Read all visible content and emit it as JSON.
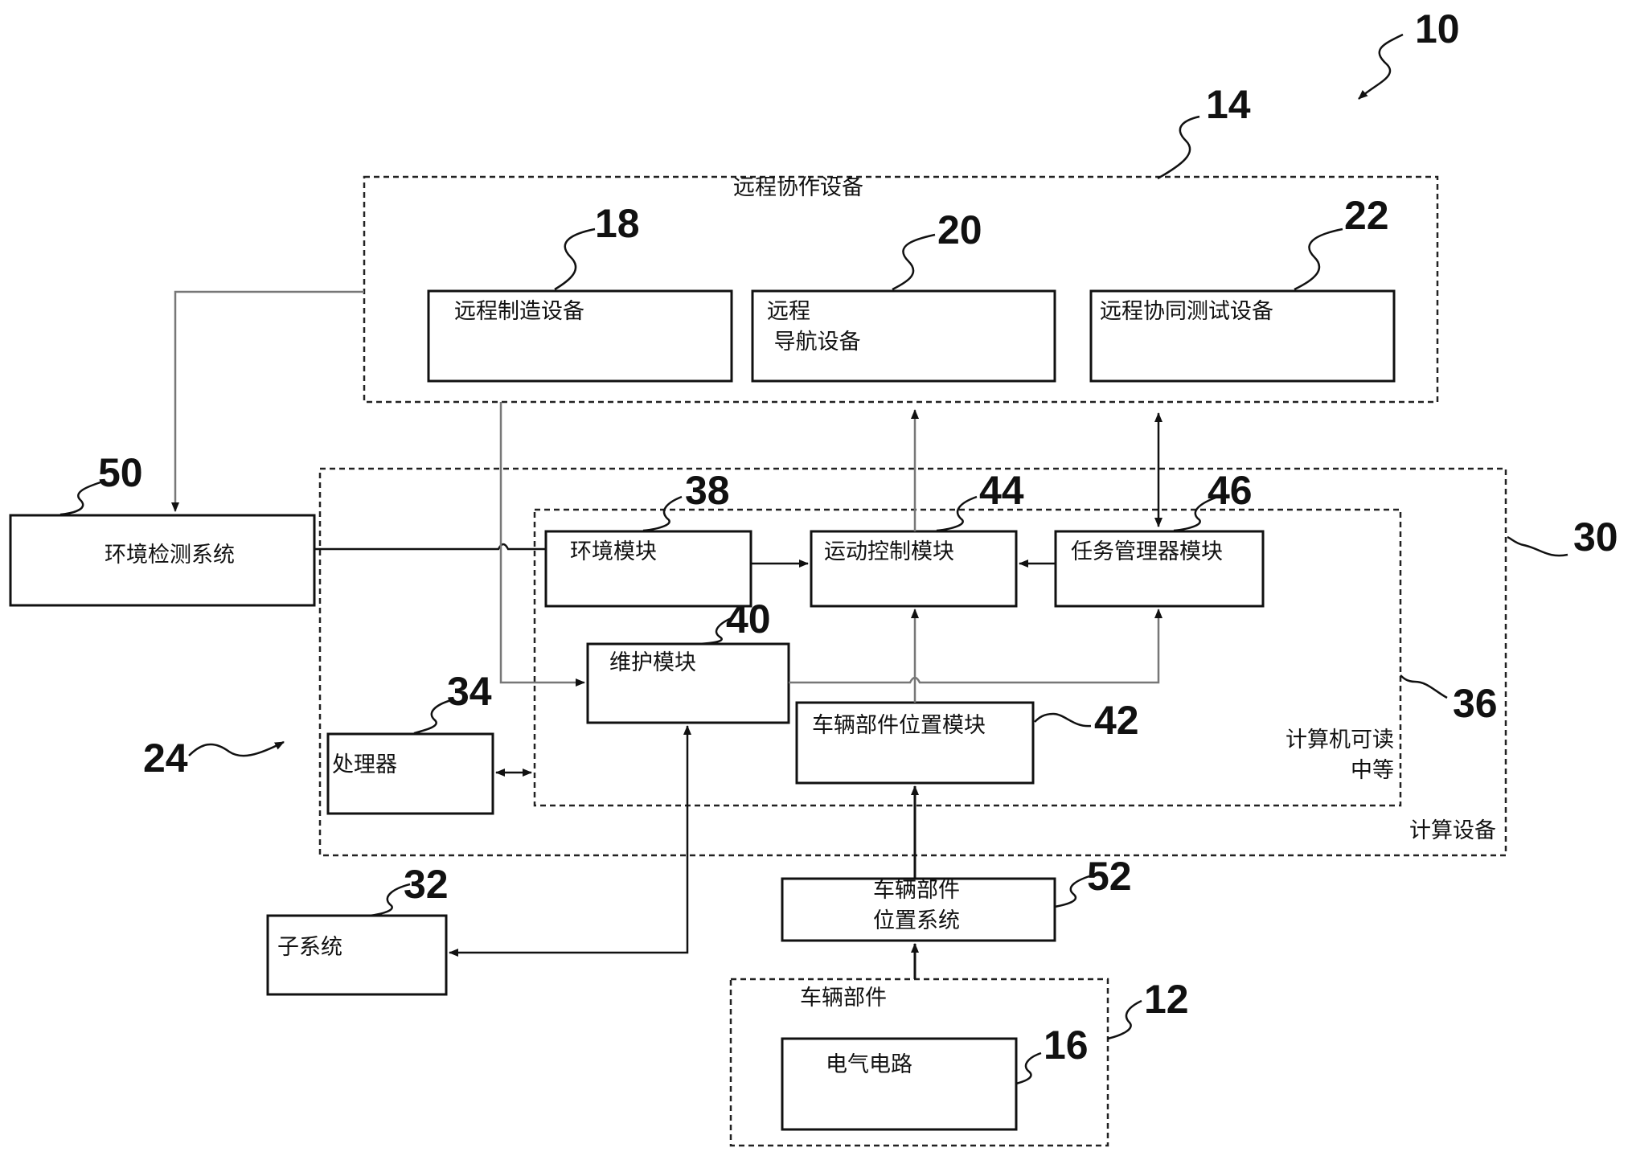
{
  "refs": {
    "r10": "10",
    "r14": "14",
    "r18": "18",
    "r20": "20",
    "r22": "22",
    "r50": "50",
    "r38": "38",
    "r44": "44",
    "r46": "46",
    "r30": "30",
    "r40": "40",
    "r34": "34",
    "r36": "36",
    "r42": "42",
    "r24": "24",
    "r32": "32",
    "r52": "52",
    "r12": "12",
    "r16": "16"
  },
  "labels": {
    "remote_collab": "远程协作设备",
    "remote_mfg": "远程制造设备",
    "remote_nav": "远程\n 导航设备",
    "remote_test": "远程协同测试设备",
    "env_detect": "环境检测系统",
    "env_module": "环境模块",
    "motion_ctrl": "运动控制模块",
    "task_mgr": "任务管理器模块",
    "maintenance": "维护模块",
    "part_pos_module": "车辆部件位置模块",
    "processor": "处理器",
    "crm": "计算机可读\n中等",
    "computing_device": "计算设备",
    "subsystem": "子系统",
    "part_pos_system": "车辆部件\n位置系统",
    "vehicle_part": "车辆部件",
    "circuit": "电气电路"
  }
}
